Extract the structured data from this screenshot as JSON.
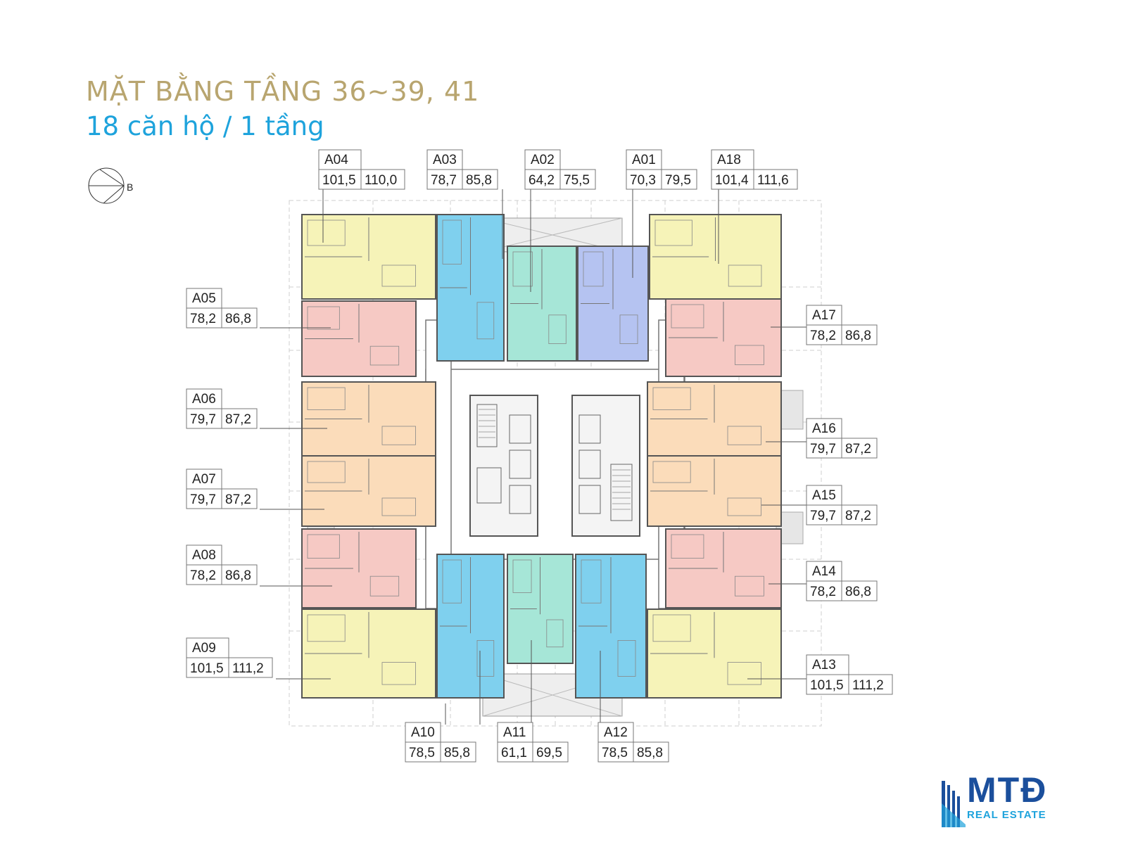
{
  "title": "MẶT BẰNG TẦNG 36~39, 41",
  "subtitle": "18 căn hộ / 1 tầng",
  "compass_label": "B",
  "logo": {
    "word": "MTĐ",
    "sub": "REAL ESTATE"
  },
  "colors": {
    "title": "#b8a56f",
    "subtitle": "#1ea3dc",
    "yellow": "#f6f3b8",
    "pink": "#f6c9c4",
    "peach": "#fbdcba",
    "blue": "#7fd0ee",
    "mint": "#a6e6d7",
    "lavender": "#b5c3f1",
    "logo": "#1b4f9c"
  },
  "units": [
    {
      "id": "A04",
      "a1": "101,5",
      "a2": "110,0",
      "color": "yellow"
    },
    {
      "id": "A03",
      "a1": "78,7",
      "a2": "85,8",
      "color": "blue"
    },
    {
      "id": "A02",
      "a1": "64,2",
      "a2": "75,5",
      "color": "mint"
    },
    {
      "id": "A01",
      "a1": "70,3",
      "a2": "79,5",
      "color": "lavender"
    },
    {
      "id": "A18",
      "a1": "101,4",
      "a2": "111,6",
      "color": "yellow"
    },
    {
      "id": "A05",
      "a1": "78,2",
      "a2": "86,8",
      "color": "pink"
    },
    {
      "id": "A06",
      "a1": "79,7",
      "a2": "87,2",
      "color": "peach"
    },
    {
      "id": "A07",
      "a1": "79,7",
      "a2": "87,2",
      "color": "peach"
    },
    {
      "id": "A08",
      "a1": "78,2",
      "a2": "86,8",
      "color": "pink"
    },
    {
      "id": "A09",
      "a1": "101,5",
      "a2": "111,2",
      "color": "yellow"
    },
    {
      "id": "A17",
      "a1": "78,2",
      "a2": "86,8",
      "color": "pink"
    },
    {
      "id": "A16",
      "a1": "79,7",
      "a2": "87,2",
      "color": "peach"
    },
    {
      "id": "A15",
      "a1": "79,7",
      "a2": "87,2",
      "color": "peach"
    },
    {
      "id": "A14",
      "a1": "78,2",
      "a2": "86,8",
      "color": "pink"
    },
    {
      "id": "A13",
      "a1": "101,5",
      "a2": "111,2",
      "color": "yellow"
    },
    {
      "id": "A10",
      "a1": "78,5",
      "a2": "85,8",
      "color": "blue"
    },
    {
      "id": "A11",
      "a1": "61,1",
      "a2": "69,5",
      "color": "mint"
    },
    {
      "id": "A12",
      "a1": "78,5",
      "a2": "85,8",
      "color": "blue"
    }
  ]
}
